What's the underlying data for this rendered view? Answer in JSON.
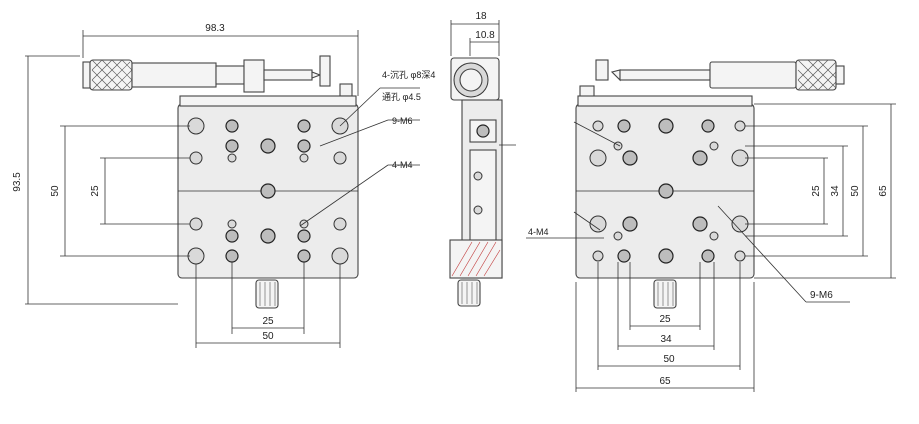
{
  "drawing": {
    "front_view": {
      "dim_width_total": "98.3",
      "dim_height_total": "93.5",
      "dim_vertical_50": "50",
      "dim_vertical_25": "25",
      "dim_bottom_25": "25",
      "dim_bottom_50": "50",
      "callout_counterbore": "4-沉孔 φ8深4",
      "callout_through": "通孔 φ4.5",
      "callout_m6": "9-M6",
      "callout_m4": "4-M4"
    },
    "side_view": {
      "dim_top_18": "18",
      "dim_top_10_8": "10.8"
    },
    "right_view": {
      "callout_m4": "4-M4",
      "callout_m6": "9-M6",
      "dim_v_25": "25",
      "dim_v_34": "34",
      "dim_v_50": "50",
      "dim_v_65": "65",
      "dim_b_25": "25",
      "dim_b_34": "34",
      "dim_b_50": "50",
      "dim_b_65": "65"
    }
  }
}
